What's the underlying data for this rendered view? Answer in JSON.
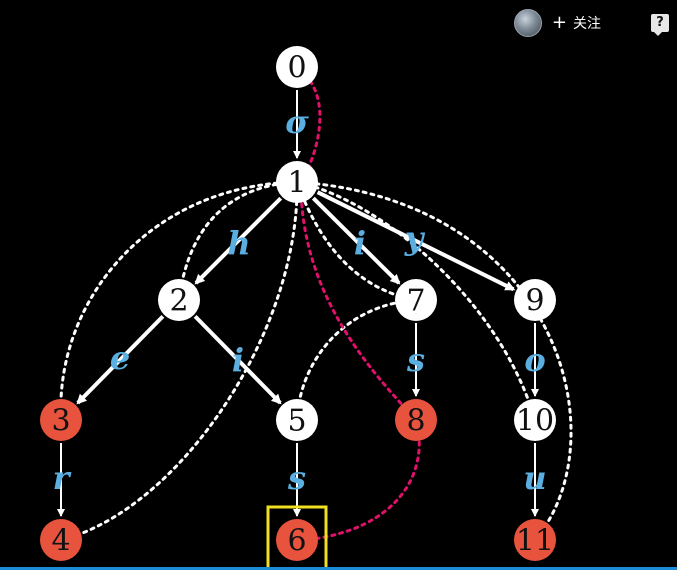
{
  "overlay": {
    "follow_label": "关注",
    "plus_symbol": "+",
    "help_symbol": "?"
  },
  "colors": {
    "background": "#000000",
    "node_white": "#ffffff",
    "node_red": "#e8533e",
    "node_text": "#111111",
    "edge": "#ffffff",
    "label": "#5aaee0",
    "failure_link": "#ffffff",
    "highlight_path": "#e0116b",
    "highlight_box": "#f0e020",
    "progress": "#1b8bd8"
  },
  "nodes": [
    {
      "id": "0",
      "label": "0",
      "red": false
    },
    {
      "id": "1",
      "label": "1",
      "red": false
    },
    {
      "id": "2",
      "label": "2",
      "red": false
    },
    {
      "id": "3",
      "label": "3",
      "red": true
    },
    {
      "id": "4",
      "label": "4",
      "red": true
    },
    {
      "id": "5",
      "label": "5",
      "red": false
    },
    {
      "id": "6",
      "label": "6",
      "red": true,
      "highlighted": true
    },
    {
      "id": "7",
      "label": "7",
      "red": false
    },
    {
      "id": "8",
      "label": "8",
      "red": true
    },
    {
      "id": "9",
      "label": "9",
      "red": false
    },
    {
      "id": "10",
      "label": "10",
      "red": false
    },
    {
      "id": "11",
      "label": "11",
      "red": true
    }
  ],
  "edges": [
    {
      "from": "0",
      "to": "1",
      "label": "σ"
    },
    {
      "from": "1",
      "to": "2",
      "label": "h"
    },
    {
      "from": "1",
      "to": "7",
      "label": "i"
    },
    {
      "from": "1",
      "to": "9",
      "label": "y"
    },
    {
      "from": "2",
      "to": "3",
      "label": "e"
    },
    {
      "from": "2",
      "to": "5",
      "label": "i"
    },
    {
      "from": "3",
      "to": "4",
      "label": "r"
    },
    {
      "from": "5",
      "to": "6",
      "label": "s"
    },
    {
      "from": "7",
      "to": "8",
      "label": "s"
    },
    {
      "from": "9",
      "to": "10",
      "label": "o"
    },
    {
      "from": "10",
      "to": "11",
      "label": "u"
    }
  ],
  "failure_links": [
    {
      "from": "2",
      "to": "1"
    },
    {
      "from": "3",
      "to": "1"
    },
    {
      "from": "4",
      "to": "1"
    },
    {
      "from": "7",
      "to": "1"
    },
    {
      "from": "5",
      "to": "7"
    },
    {
      "from": "10",
      "to": "1"
    },
    {
      "from": "11",
      "to": "1"
    }
  ],
  "highlighted_path": [
    "0",
    "1",
    "8",
    "6"
  ]
}
